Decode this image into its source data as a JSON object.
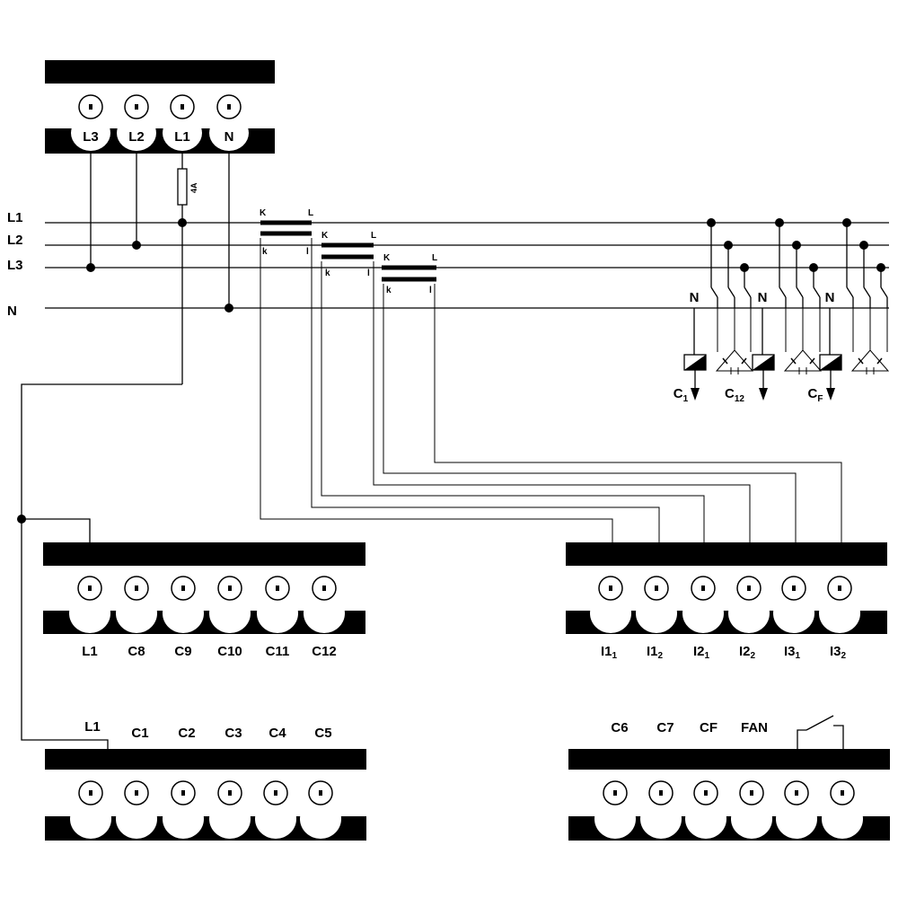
{
  "supply_block": {
    "terminals": [
      "L3",
      "L2",
      "L1",
      "N"
    ]
  },
  "fuse": {
    "rating": "4A"
  },
  "bus_lines": [
    "L1",
    "L2",
    "L3",
    "N"
  ],
  "current_transformers": [
    {
      "primary_in": "K",
      "primary_out": "L",
      "secondary_in": "k",
      "secondary_out": "l"
    },
    {
      "primary_in": "K",
      "primary_out": "L",
      "secondary_in": "k",
      "secondary_out": "l"
    },
    {
      "primary_in": "K",
      "primary_out": "L",
      "secondary_in": "k",
      "secondary_out": "l"
    }
  ],
  "capacitor_stages": [
    {
      "neutral": "N",
      "label": "C",
      "sub": "1"
    },
    {
      "neutral": "N",
      "label": "C",
      "sub": "12"
    },
    {
      "neutral": "N",
      "label": "C",
      "sub": "F"
    }
  ],
  "relay_block_top": {
    "labels": [
      "L1",
      "C8",
      "C9",
      "C10",
      "C11",
      "C12"
    ]
  },
  "current_input_block": {
    "labels": [
      {
        "main": "I1",
        "sub": "1"
      },
      {
        "main": "I1",
        "sub": "2"
      },
      {
        "main": "I2",
        "sub": "1"
      },
      {
        "main": "I2",
        "sub": "2"
      },
      {
        "main": "I3",
        "sub": "1"
      },
      {
        "main": "I3",
        "sub": "2"
      }
    ]
  },
  "relay_block_bottom": {
    "labels": [
      "L1",
      "C1",
      "C2",
      "C3",
      "C4",
      "C5"
    ]
  },
  "output_block_bottom": {
    "labels": [
      "C6",
      "C7",
      "CF",
      "FAN"
    ]
  }
}
